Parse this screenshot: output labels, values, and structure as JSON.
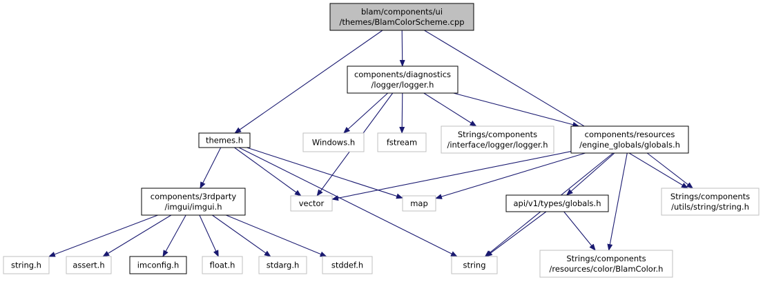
{
  "diagram": {
    "type": "include-dependency-graph",
    "colors": {
      "edge": "#191970",
      "root_fill": "#bfbfbf",
      "documented_border": "#000000",
      "external_border": "#bfbfbf"
    },
    "nodes": [
      {
        "id": "root",
        "lines": [
          "blam/components/ui",
          "/themes/BlamColorScheme.cpp"
        ],
        "kind": "root"
      },
      {
        "id": "logger",
        "lines": [
          "components/diagnostics",
          "/logger/logger.h"
        ],
        "kind": "documented"
      },
      {
        "id": "themes",
        "lines": [
          "themes.h"
        ],
        "kind": "documented"
      },
      {
        "id": "windows",
        "lines": [
          "Windows.h"
        ],
        "kind": "external"
      },
      {
        "id": "fstream",
        "lines": [
          "fstream"
        ],
        "kind": "external"
      },
      {
        "id": "strings_logger",
        "lines": [
          "Strings/components",
          "/interface/logger/logger.h"
        ],
        "kind": "external"
      },
      {
        "id": "engine_globals",
        "lines": [
          "components/resources",
          "/engine_globals/globals.h"
        ],
        "kind": "documented"
      },
      {
        "id": "imgui",
        "lines": [
          "components/3rdparty",
          "/imgui/imgui.h"
        ],
        "kind": "documented"
      },
      {
        "id": "vector",
        "lines": [
          "vector"
        ],
        "kind": "external"
      },
      {
        "id": "map",
        "lines": [
          "map"
        ],
        "kind": "external"
      },
      {
        "id": "api_globals",
        "lines": [
          "api/v1/types/globals.h"
        ],
        "kind": "documented"
      },
      {
        "id": "strings_string",
        "lines": [
          "Strings/components",
          "/utils/string/string.h"
        ],
        "kind": "external"
      },
      {
        "id": "string_h",
        "lines": [
          "string.h"
        ],
        "kind": "external"
      },
      {
        "id": "assert_h",
        "lines": [
          "assert.h"
        ],
        "kind": "external"
      },
      {
        "id": "imconfig",
        "lines": [
          "imconfig.h"
        ],
        "kind": "documented"
      },
      {
        "id": "float_h",
        "lines": [
          "float.h"
        ],
        "kind": "external"
      },
      {
        "id": "stdarg",
        "lines": [
          "stdarg.h"
        ],
        "kind": "external"
      },
      {
        "id": "stddef",
        "lines": [
          "stddef.h"
        ],
        "kind": "external"
      },
      {
        "id": "string",
        "lines": [
          "string"
        ],
        "kind": "external"
      },
      {
        "id": "blamcolor",
        "lines": [
          "Strings/components",
          "/resources/color/BlamColor.h"
        ],
        "kind": "external"
      }
    ],
    "edges": [
      {
        "from": "root",
        "to": "logger"
      },
      {
        "from": "root",
        "to": "themes"
      },
      {
        "from": "root",
        "to": "strings_string"
      },
      {
        "from": "logger",
        "to": "windows"
      },
      {
        "from": "logger",
        "to": "fstream"
      },
      {
        "from": "logger",
        "to": "strings_logger"
      },
      {
        "from": "logger",
        "to": "engine_globals"
      },
      {
        "from": "logger",
        "to": "vector"
      },
      {
        "from": "themes",
        "to": "imgui"
      },
      {
        "from": "themes",
        "to": "vector"
      },
      {
        "from": "themes",
        "to": "map"
      },
      {
        "from": "themes",
        "to": "string"
      },
      {
        "from": "engine_globals",
        "to": "vector"
      },
      {
        "from": "engine_globals",
        "to": "map"
      },
      {
        "from": "engine_globals",
        "to": "api_globals"
      },
      {
        "from": "engine_globals",
        "to": "strings_string"
      },
      {
        "from": "engine_globals",
        "to": "string"
      },
      {
        "from": "engine_globals",
        "to": "blamcolor"
      },
      {
        "from": "imgui",
        "to": "string_h"
      },
      {
        "from": "imgui",
        "to": "assert_h"
      },
      {
        "from": "imgui",
        "to": "imconfig"
      },
      {
        "from": "imgui",
        "to": "float_h"
      },
      {
        "from": "imgui",
        "to": "stdarg"
      },
      {
        "from": "imgui",
        "to": "stddef"
      },
      {
        "from": "api_globals",
        "to": "string"
      },
      {
        "from": "api_globals",
        "to": "blamcolor"
      }
    ]
  }
}
